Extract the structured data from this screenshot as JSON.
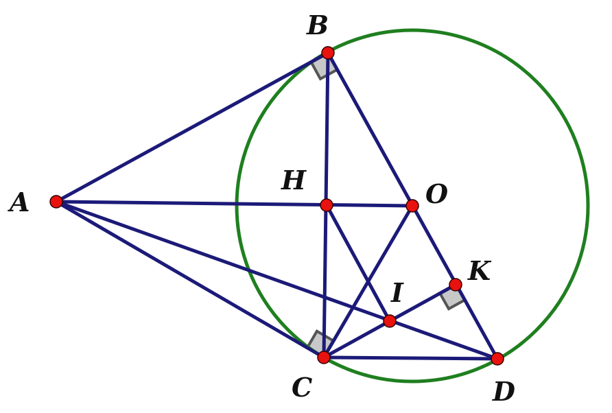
{
  "figure": {
    "points": {
      "A": "A",
      "B": "B",
      "C": "C",
      "D": "D",
      "H": "H",
      "O": "O",
      "I": "I",
      "K": "K"
    },
    "colors": {
      "segment": "#1c1a78",
      "circle": "#1f7f1f",
      "point_fill": "#e8120f",
      "right_angle_fill": "#c8c8c8",
      "right_angle_stroke": "#555555"
    }
  }
}
